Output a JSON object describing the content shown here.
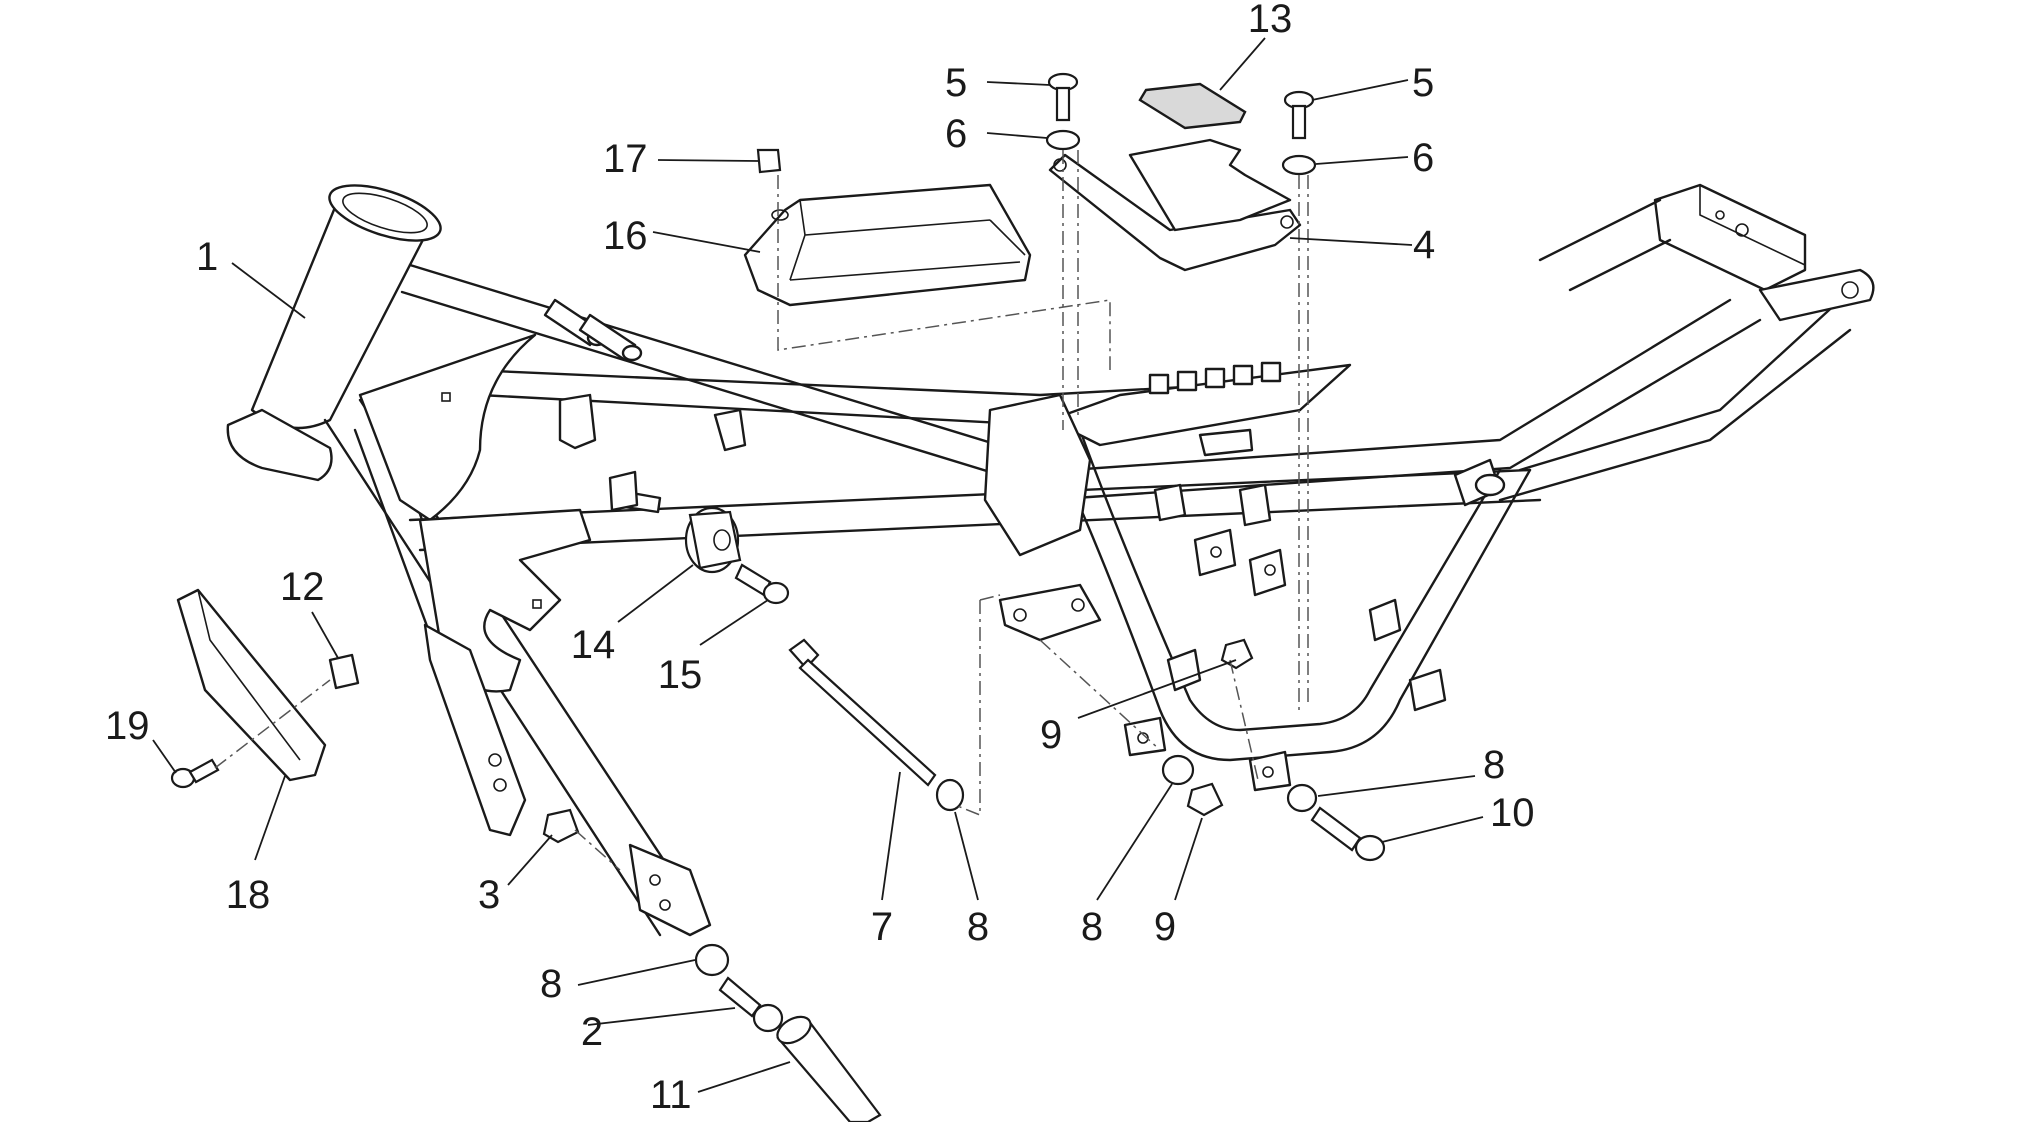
{
  "callouts": [
    {
      "id": "c1",
      "text": "1"
    },
    {
      "id": "c2",
      "text": "2"
    },
    {
      "id": "c3",
      "text": "3"
    },
    {
      "id": "c4",
      "text": "4"
    },
    {
      "id": "c5a",
      "text": "5"
    },
    {
      "id": "c5b",
      "text": "5"
    },
    {
      "id": "c6a",
      "text": "6"
    },
    {
      "id": "c6b",
      "text": "6"
    },
    {
      "id": "c7",
      "text": "7"
    },
    {
      "id": "c8a",
      "text": "8"
    },
    {
      "id": "c8b",
      "text": "8"
    },
    {
      "id": "c8c",
      "text": "8"
    },
    {
      "id": "c8d",
      "text": "8"
    },
    {
      "id": "c9a",
      "text": "9"
    },
    {
      "id": "c9b",
      "text": "9"
    },
    {
      "id": "c10",
      "text": "10"
    },
    {
      "id": "c11",
      "text": "11"
    },
    {
      "id": "c12",
      "text": "12"
    },
    {
      "id": "c13",
      "text": "13"
    },
    {
      "id": "c14",
      "text": "14"
    },
    {
      "id": "c15",
      "text": "15"
    },
    {
      "id": "c16",
      "text": "16"
    },
    {
      "id": "c17",
      "text": "17"
    },
    {
      "id": "c18",
      "text": "18"
    },
    {
      "id": "c19",
      "text": "19"
    }
  ],
  "colors": {
    "line": "#1a1a1a",
    "background": "#ffffff",
    "shade": "#d9d9d9"
  }
}
